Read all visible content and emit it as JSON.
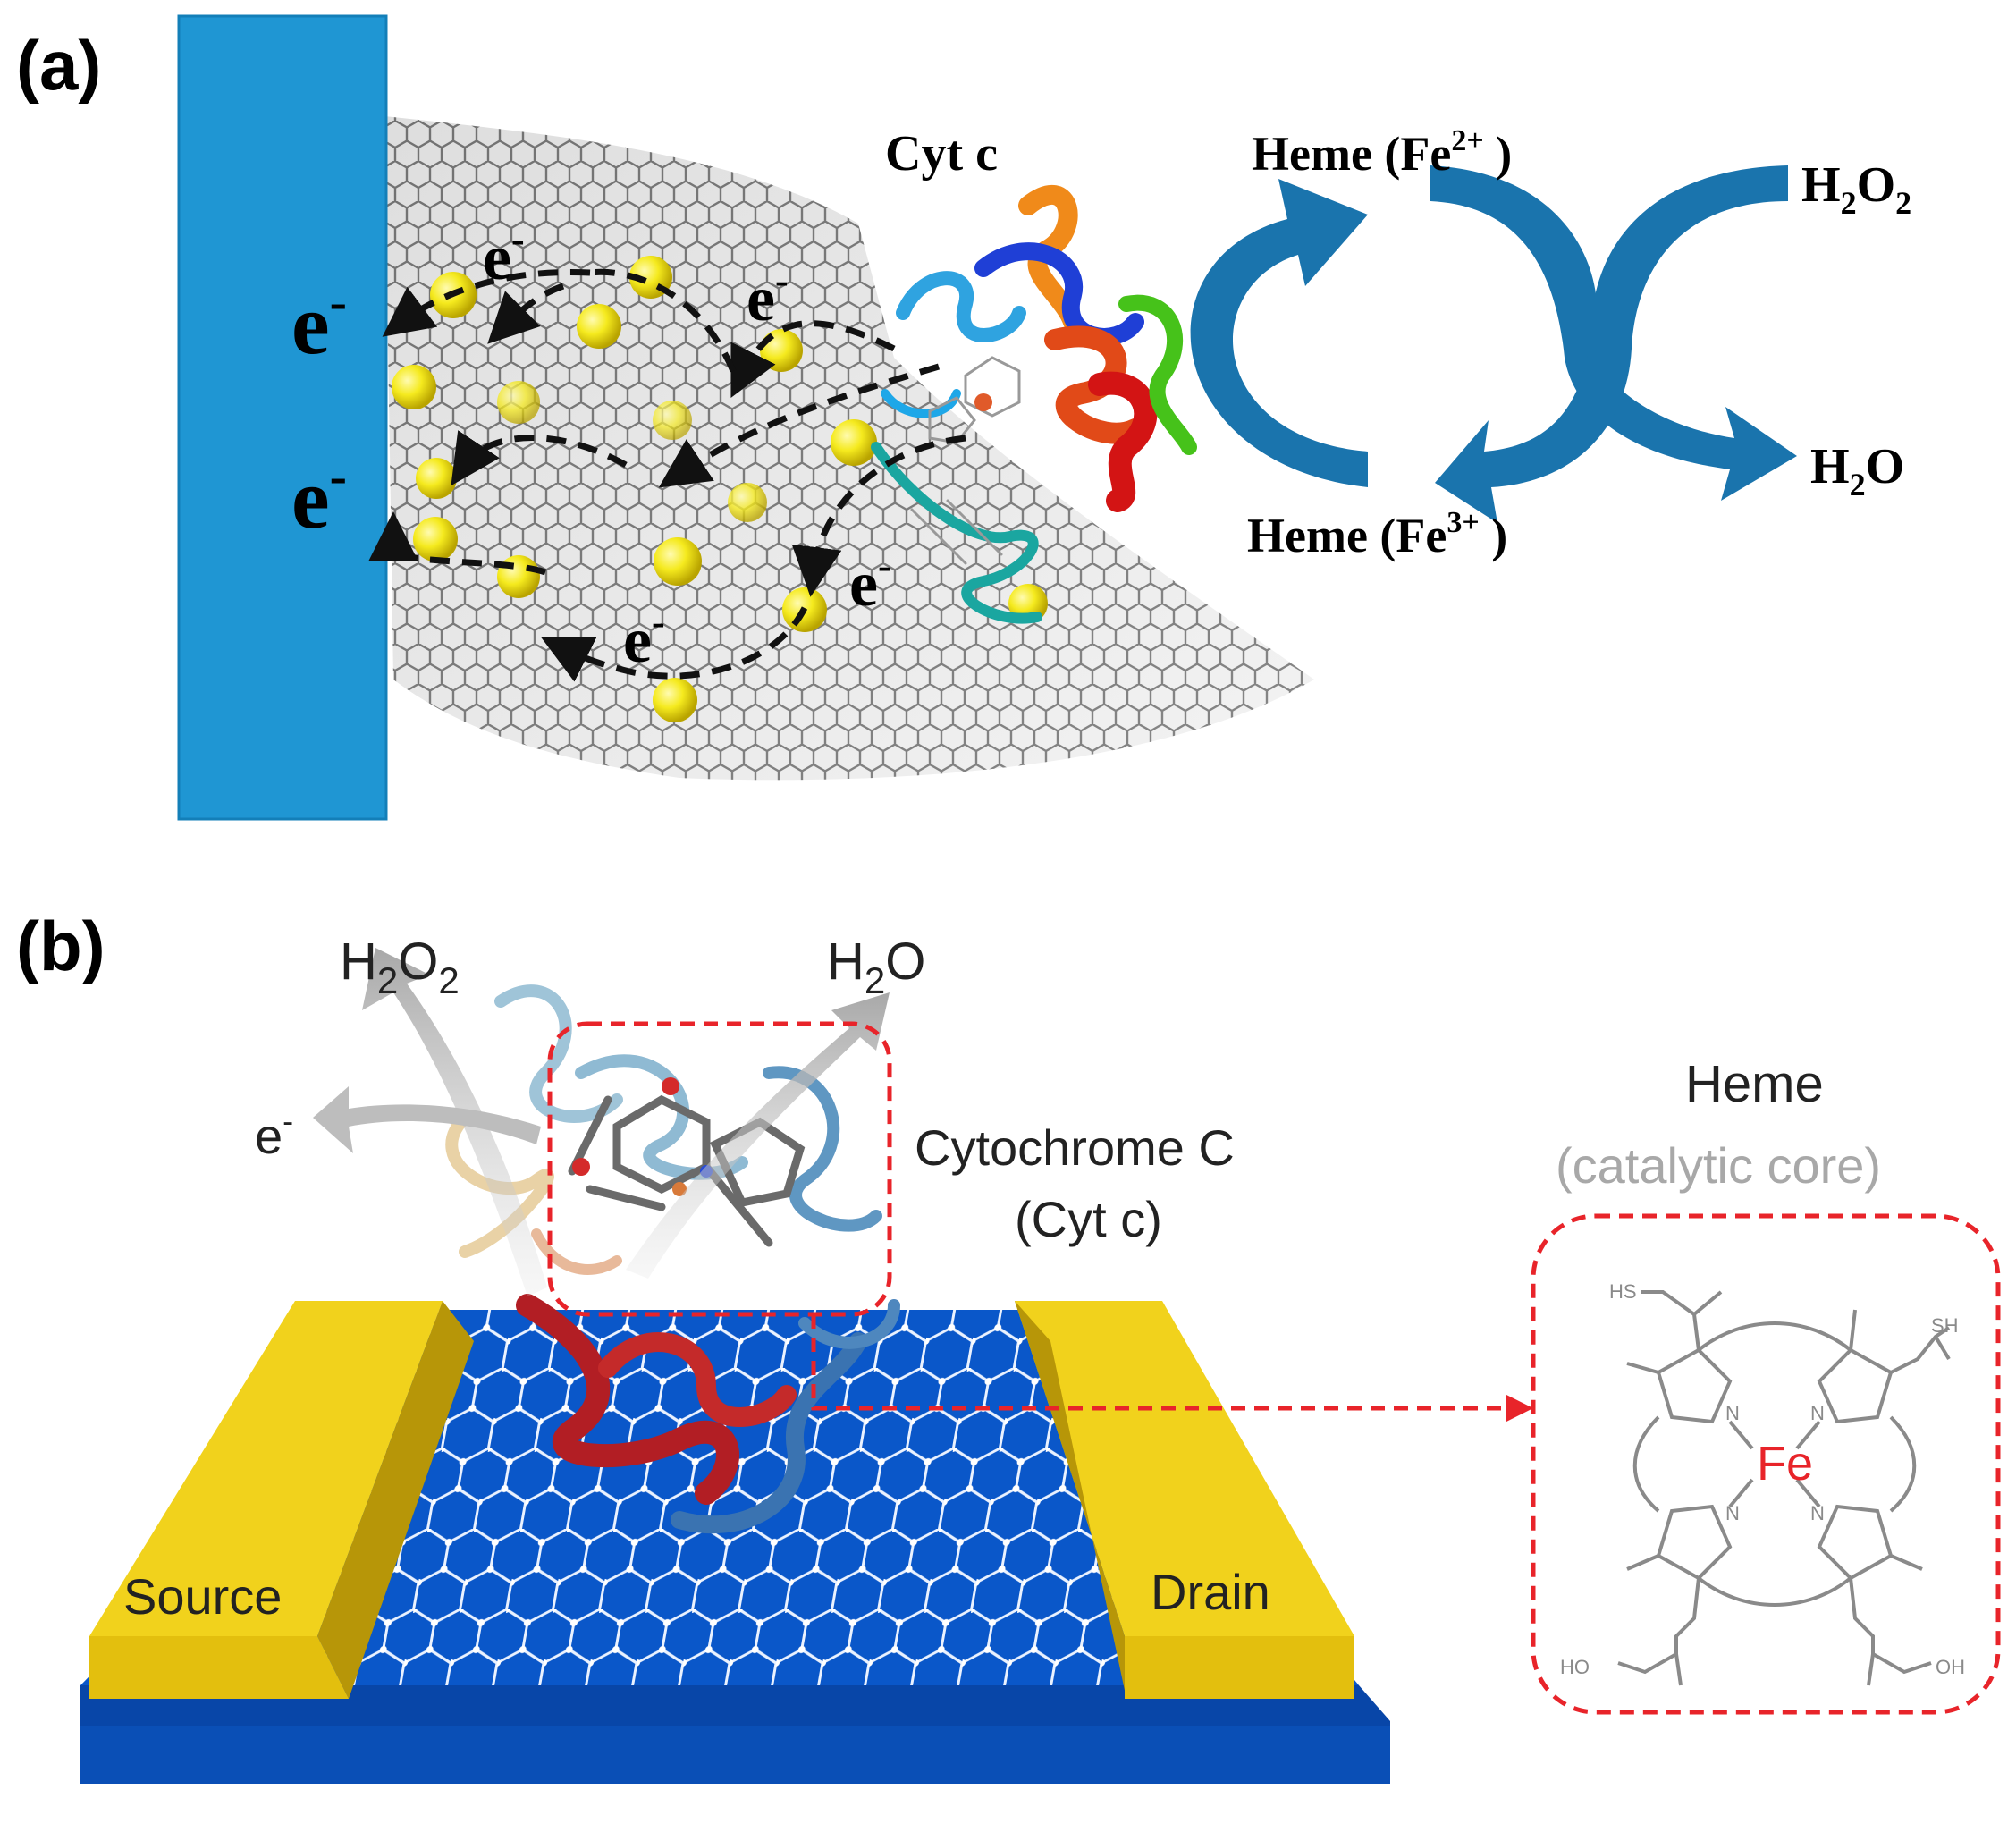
{
  "panel_a": {
    "label": "(a)",
    "cyt_label": "Cyt c",
    "electrons": [
      "e",
      "e",
      "e",
      "e",
      "e",
      "e"
    ],
    "electron_sup": "-",
    "heme_fe2": {
      "text": "Heme (Fe",
      "sup": "2+",
      "close": " )"
    },
    "heme_fe3": {
      "text": "Heme (Fe",
      "sup": "3+",
      "close": " )"
    },
    "h2o2": {
      "h": "H",
      "s1": "2",
      "o": "O",
      "s2": "2"
    },
    "h2o": {
      "h": "H",
      "s1": "2",
      "o": "O"
    },
    "colors": {
      "electrode": "#1f96d3",
      "arrow": "#1a6fa3",
      "gold": "#f2e51c"
    }
  },
  "panel_b": {
    "label": "(b)",
    "h2o2": {
      "h": "H",
      "s1": "2",
      "o": "O",
      "s2": "2"
    },
    "h2o": {
      "h": "H",
      "s1": "2",
      "o": "O"
    },
    "electron": "e",
    "electron_sup": "-",
    "cytochrome_line1": "Cytochrome C",
    "cytochrome_line2": "(Cyt c)",
    "heme_title": "Heme",
    "heme_subtitle": "(catalytic core)",
    "source": "Source",
    "drain": "Drain",
    "fe": "Fe",
    "hs": "HS",
    "sh": "SH",
    "ho": "HO",
    "oh": "OH",
    "n": "N",
    "colors": {
      "substrate": "#0a57c9",
      "electrode": "#f1d21c",
      "highlight": "#e8242a"
    }
  }
}
